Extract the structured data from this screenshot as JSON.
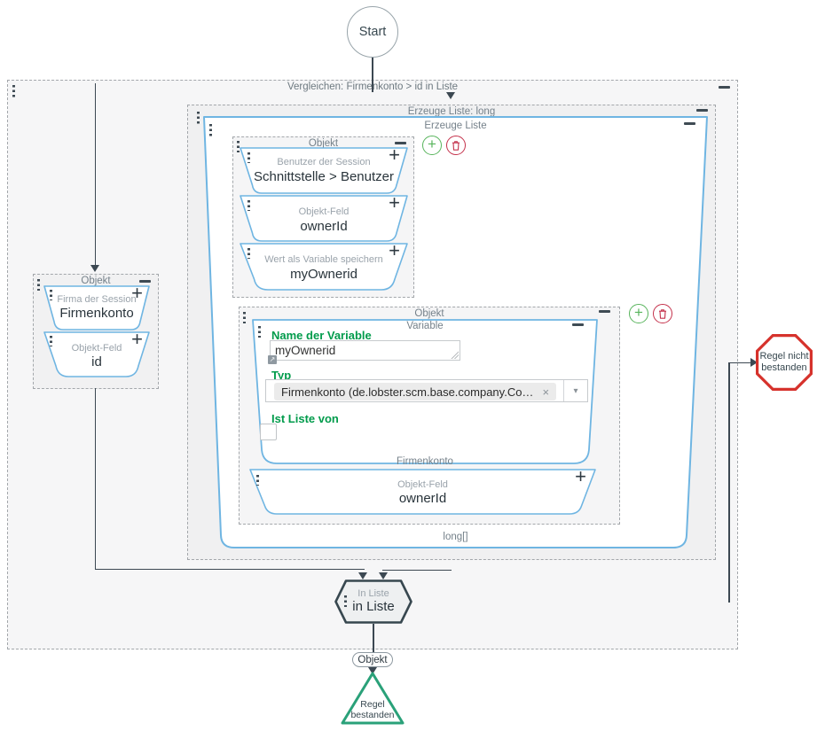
{
  "colors": {
    "accent_blue": "#6fb5e2",
    "field_label_green": "#009b4b",
    "add_green": "#58b45c",
    "delete_red": "#c4314b",
    "fail_red": "#d6322c",
    "pass_green": "#2aa179",
    "node_dark": "#37474f"
  },
  "icons": {
    "plus": "+",
    "close": "×",
    "caret": "▾",
    "expand": "↗"
  },
  "start": {
    "label": "Start"
  },
  "compare_container": {
    "title": "Vergleichen: Firmenkonto > id in Liste"
  },
  "list_container": {
    "title": "Erzeuge Liste: long"
  },
  "create_list": {
    "title": "Erzeuge Liste",
    "output_type": "long[]"
  },
  "group_user": {
    "title": "Objekt",
    "funnels": [
      {
        "type": "Benutzer der Session",
        "value": "Schnittstelle > Benutzer"
      },
      {
        "type": "Objekt-Feld",
        "value": "ownerId"
      },
      {
        "type": "Wert als Variable speichern",
        "value": "myOwnerid"
      }
    ]
  },
  "group_variable": {
    "title": "Objekt",
    "panel": {
      "title": "Variable",
      "name_label": "Name der Variable",
      "name_value": "myOwnerid",
      "type_label": "Typ",
      "type_chip": "Firmenkonto (de.lobster.scm.base.company.Co…",
      "list_label": "Ist Liste von",
      "type_name": "Firmenkonto"
    },
    "funnel": {
      "type": "Objekt-Feld",
      "value": "ownerId"
    }
  },
  "group_company": {
    "title": "Objekt",
    "funnels": [
      {
        "type": "Firma der Session",
        "value": "Firmenkonto"
      },
      {
        "type": "Objekt-Feld",
        "value": "id"
      }
    ]
  },
  "in_list": {
    "type": "In Liste",
    "value": "in Liste"
  },
  "object_badge": {
    "label": "Objekt"
  },
  "pass_node": {
    "line1": "Regel",
    "line2": "bestanden"
  },
  "fail_node": {
    "line1": "Regel nicht",
    "line2": "bestanden"
  }
}
